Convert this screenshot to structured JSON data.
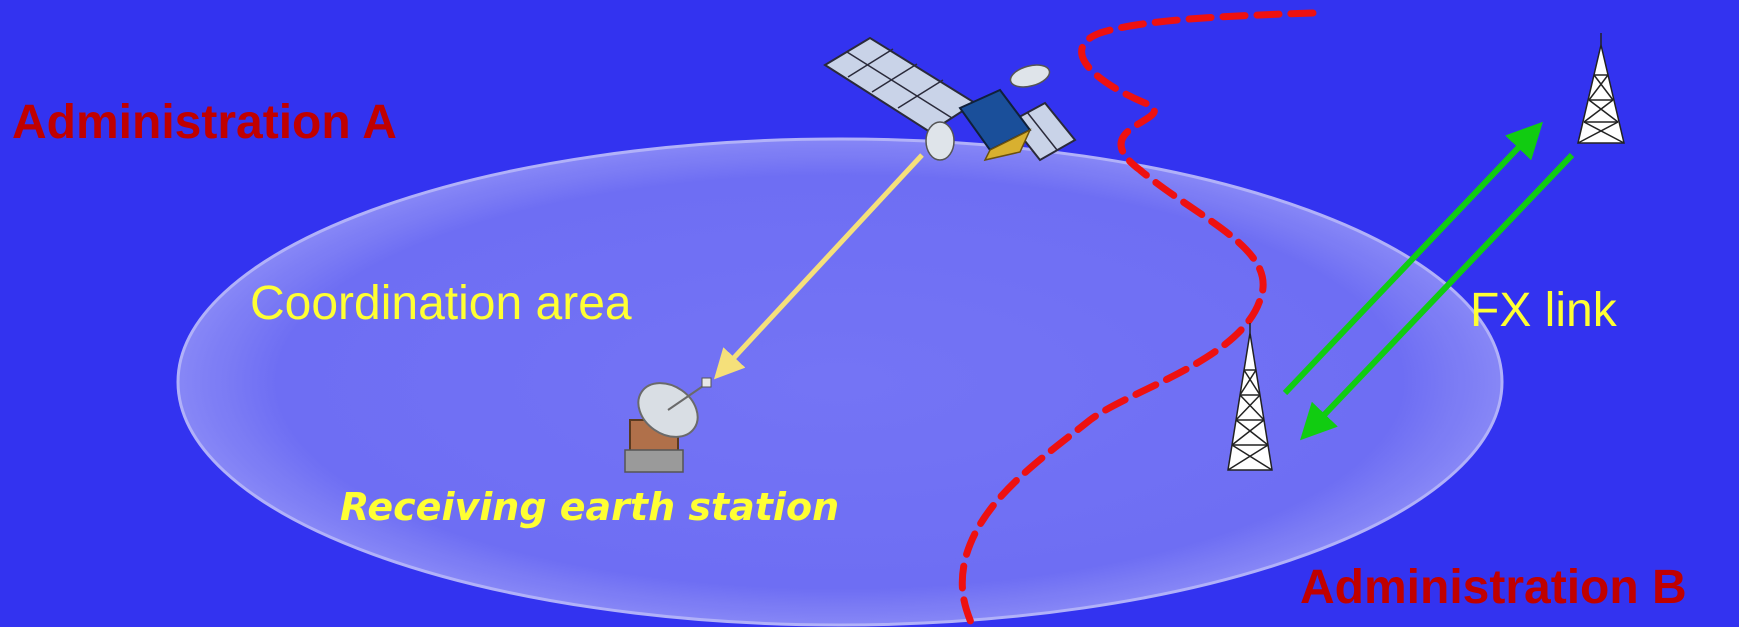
{
  "labels": {
    "administration_a": "Administration A",
    "administration_b": "Administration B",
    "coordination_area": "Coordination area",
    "fx_link": "FX link",
    "receiving_earth_station": "Receiving earth station"
  },
  "icons": {
    "satellite": "satellite-icon",
    "earth_station": "satellite-dish-icon",
    "tower": "radio-tower-icon"
  },
  "colors": {
    "background": "#3333f0",
    "coordination_area_fill": "#7575f5",
    "border": "#ee1111",
    "downlink_arrow": "#f5e07a",
    "fx_link_arrows": "#11cc11",
    "administration_label": "#c00000",
    "area_label": "#ffff33"
  }
}
